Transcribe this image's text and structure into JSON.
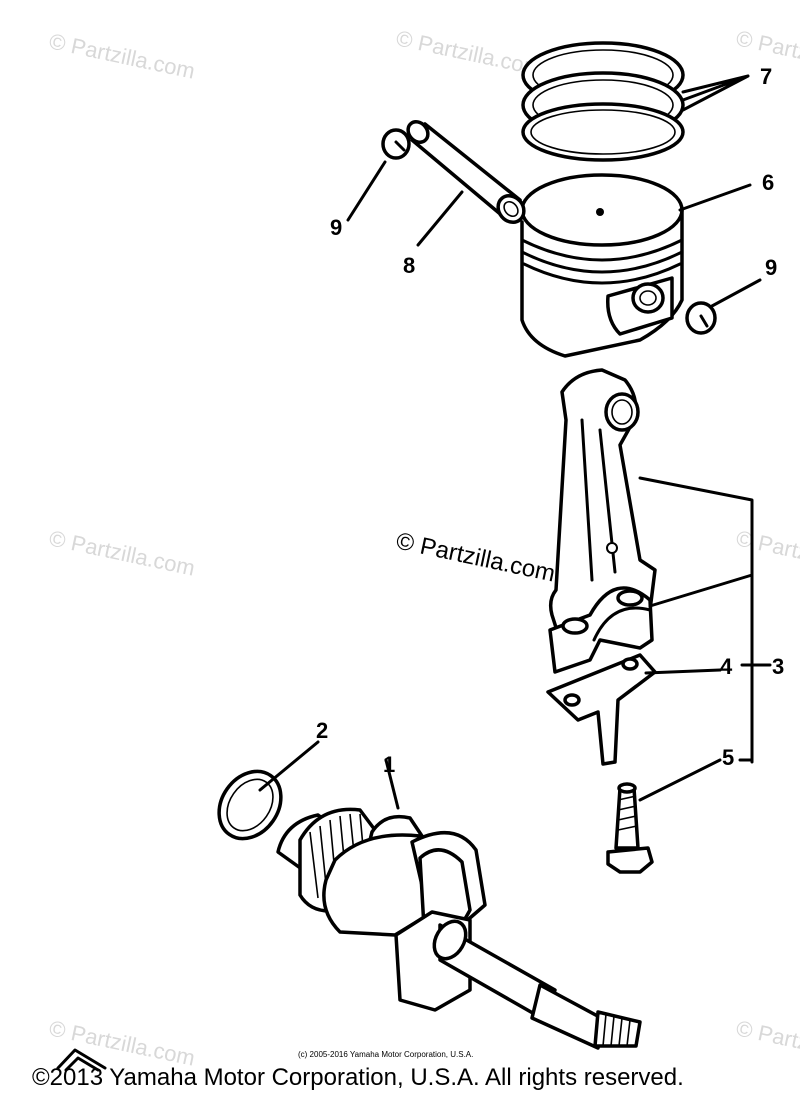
{
  "watermark": {
    "text": "© Partzilla.com",
    "main_text": "© Partzilla.com"
  },
  "callouts": {
    "c1": "1",
    "c2": "2",
    "c3": "3",
    "c4": "4",
    "c5": "5",
    "c6": "6",
    "c7": "7",
    "c8": "8",
    "c9a": "9",
    "c9b": "9"
  },
  "small_copyright": "(c) 2005-2016 Yamaha Motor Corporation, U.S.A.",
  "copyright": "©2013 Yamaha Motor Corporation, U.S.A. All rights reserved.",
  "colors": {
    "ink": "#000000",
    "watermark": "#d8d8d8",
    "background": "#ffffff"
  }
}
